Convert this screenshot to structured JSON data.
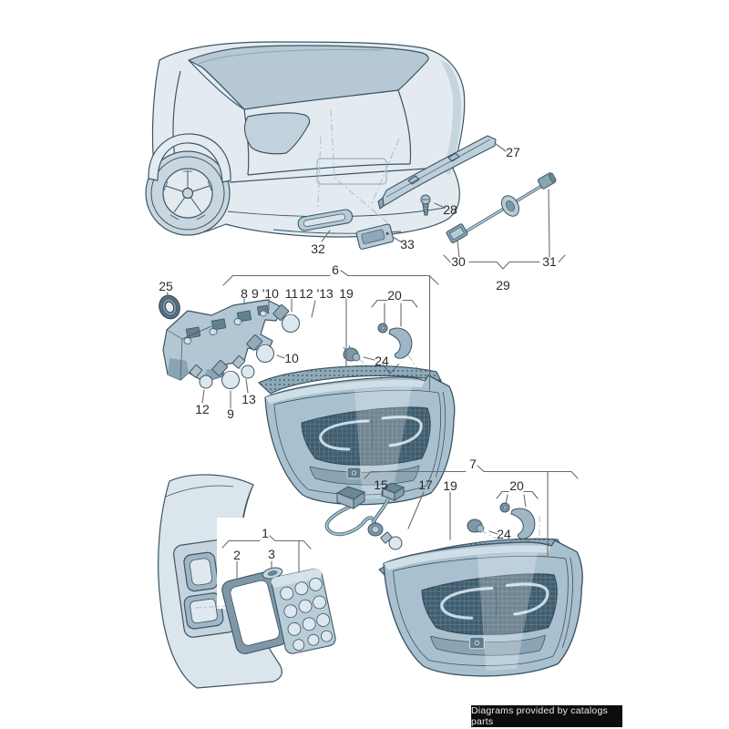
{
  "footer": {
    "credit": "Diagrams provided by catalogs parts"
  },
  "colors": {
    "outline": "#3c5564",
    "body_light": "#e3ebf1",
    "panel": "#c2d2dc",
    "part_mid": "#aac1cf",
    "part_dark": "#7d97a6",
    "lamp_dark": "#3f5d6e",
    "dash_accent": "#a9c8da",
    "label_text": "#2b2b2b",
    "footer_bg": "#0d0d0d",
    "footer_text": "#e9e9e9"
  },
  "callouts": [
    {
      "text": "27"
    },
    {
      "text": "28"
    },
    {
      "text": "32"
    },
    {
      "text": "33"
    },
    {
      "text": "30"
    },
    {
      "text": "31"
    },
    {
      "text": "29"
    },
    {
      "text": "6"
    },
    {
      "text": "25"
    },
    {
      "text": "8"
    },
    {
      "text": "9 '10"
    },
    {
      "text": "11"
    },
    {
      "text": "12 '13"
    },
    {
      "text": "19"
    },
    {
      "text": "20"
    },
    {
      "text": "24"
    },
    {
      "text": "10"
    },
    {
      "text": "13"
    },
    {
      "text": "9"
    },
    {
      "text": "12"
    },
    {
      "text": "7"
    },
    {
      "text": "15"
    },
    {
      "text": "17"
    },
    {
      "text": "19"
    },
    {
      "text": "20"
    },
    {
      "text": "24"
    },
    {
      "text": "1"
    },
    {
      "text": "2"
    },
    {
      "text": "3"
    }
  ]
}
